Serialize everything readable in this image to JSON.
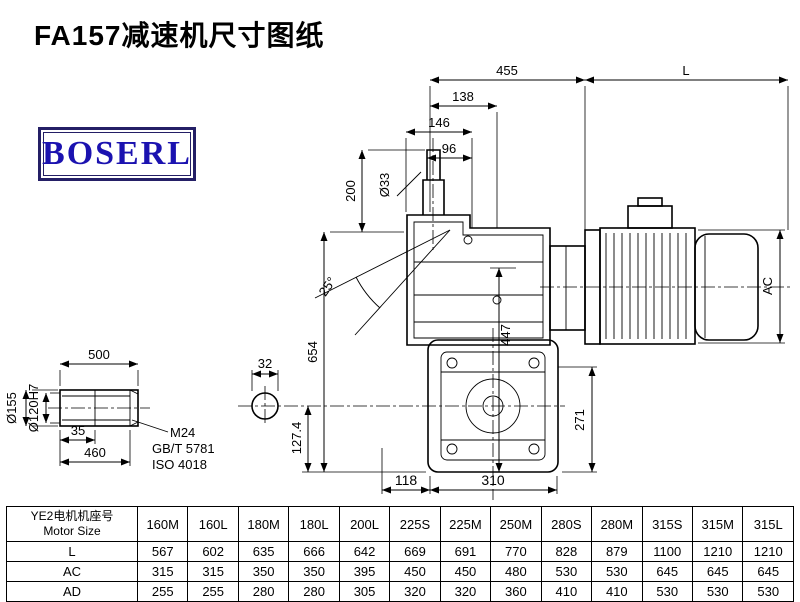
{
  "page": {
    "title": "FA157减速机尺寸图纸",
    "logo": "BOSERL"
  },
  "drawing": {
    "labels": {
      "d455": "455",
      "dL": "L",
      "d138": "138",
      "d146": "146",
      "d96": "96",
      "d200": "200",
      "d33": "Ø33",
      "d25": "25°",
      "d654": "654",
      "d447": "447",
      "dAC": "AC",
      "d271": "271",
      "d118": "118",
      "d310": "310",
      "d127": "127.4",
      "d32": "32",
      "d500": "500",
      "d35": "35",
      "d460": "460",
      "d155": "Ø155",
      "d120": "Ø120H7",
      "m24": "M24",
      "gbt": "GB/T 5781",
      "iso": "ISO 4018"
    }
  },
  "table": {
    "header_cn": "YE2电机机座号",
    "header_en": "Motor Size",
    "columns": [
      "160M",
      "160L",
      "180M",
      "180L",
      "200L",
      "225S",
      "225M",
      "250M",
      "280S",
      "280M",
      "315S",
      "315M",
      "315L"
    ],
    "rows": [
      {
        "label": "L",
        "values": [
          "567",
          "602",
          "635",
          "666",
          "642",
          "669",
          "691",
          "770",
          "828",
          "879",
          "1100",
          "1210",
          "1210"
        ]
      },
      {
        "label": "AC",
        "values": [
          "315",
          "315",
          "350",
          "350",
          "395",
          "450",
          "450",
          "480",
          "530",
          "530",
          "645",
          "645",
          "645"
        ]
      },
      {
        "label": "AD",
        "values": [
          "255",
          "255",
          "280",
          "280",
          "305",
          "320",
          "320",
          "360",
          "410",
          "410",
          "530",
          "530",
          "530"
        ]
      }
    ]
  }
}
